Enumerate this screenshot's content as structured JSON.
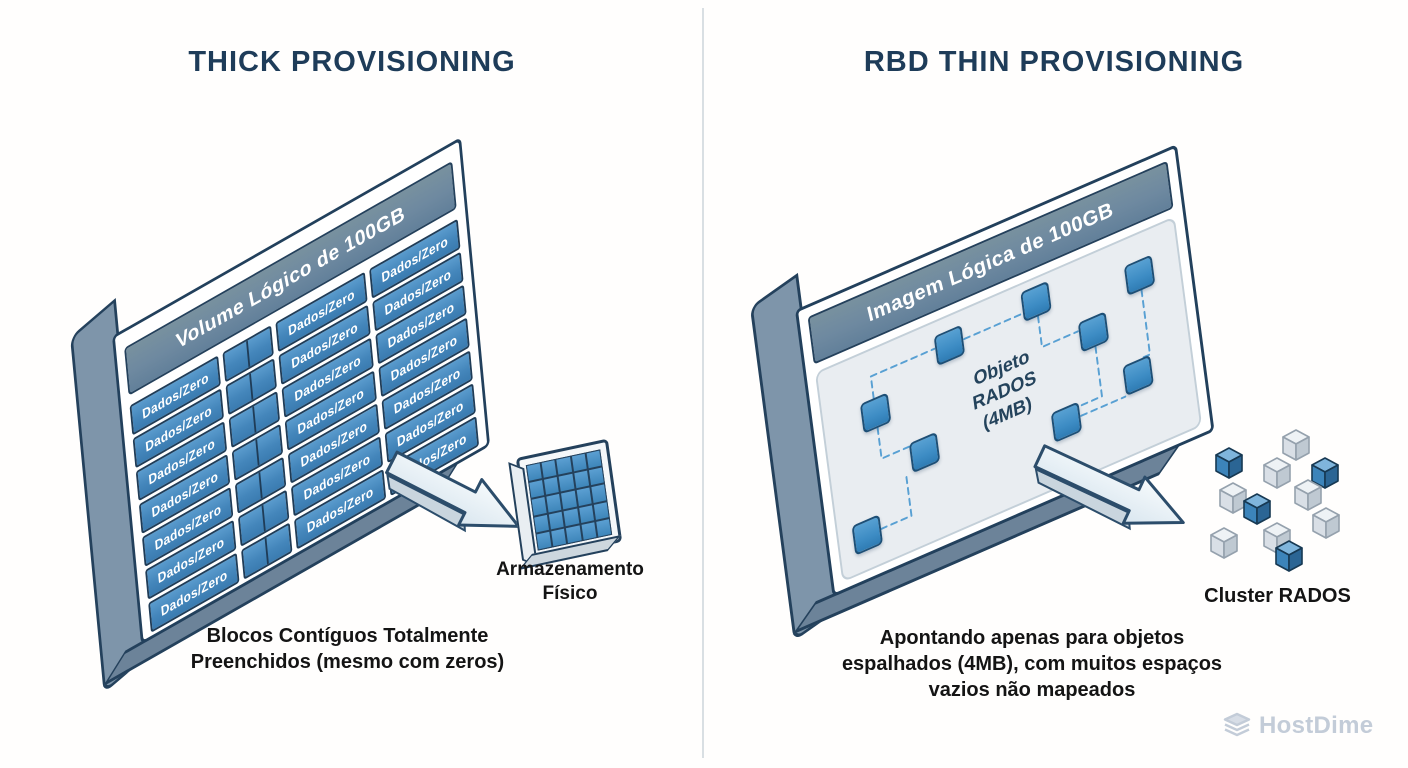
{
  "left_panel": {
    "title": "THICK PROVISIONING",
    "volume_band_label": "Volume Lógico de 100GB",
    "block_label": "Dados/Zero",
    "block_rows": 7,
    "data_blocks_per_row": 3,
    "storage_label_line1": "Armazenamento",
    "storage_label_line2": "Físico",
    "caption_line1": "Blocos Contíguos Totalmente",
    "caption_line2": "Preenchidos (mesmo com zeros)"
  },
  "right_panel": {
    "title": "RBD THIN PROVISIONING",
    "image_band_label": "Imagem Lógica de 100GB",
    "object_label_line1": "Objeto",
    "object_label_line2": "RADOS",
    "object_label_line3": "(4MB)",
    "rados_object_count": 9,
    "cluster_label": "Cluster RADOS",
    "cluster_blue_cubes": 4,
    "cluster_gray_cubes": 7,
    "caption_line1": "Apontando apenas para objetos",
    "caption_line2": "espalhados (4MB), com muitos espaços",
    "caption_line3": "vazios não mapeados"
  },
  "branding": {
    "logo_text": "HostDime"
  },
  "colors": {
    "title_navy": "#1e3c59",
    "band_steel": "#6e89a0",
    "side_steel": "#7e95aa",
    "block_blue": "#4287bc",
    "object_blue": "#3d8cc4",
    "interior_gray": "#e9edf1",
    "dashed_line": "#58a0d3",
    "outline_navy": "#24415c",
    "caption_black": "#141414",
    "logo_gray": "#c3ccd8"
  }
}
